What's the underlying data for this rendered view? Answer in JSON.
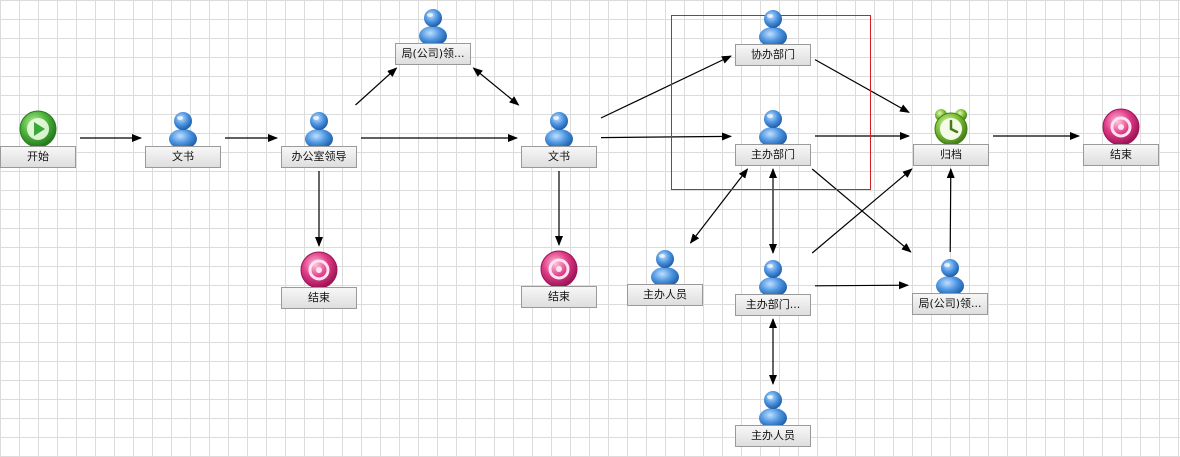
{
  "diagram": {
    "colors": {
      "edge": "#000000",
      "selection": "#d42020",
      "user_blue": "#3a7fd0",
      "start_green": "#3aa83a",
      "archive_green": "#6dbb2e",
      "end_pink": "#d6267a"
    },
    "nodes": [
      {
        "id": "start",
        "label": "开始",
        "icon": "play-icon"
      },
      {
        "id": "wenshu1",
        "label": "文书",
        "icon": "user-icon"
      },
      {
        "id": "office_leader",
        "label": "办公室领导",
        "icon": "user-icon"
      },
      {
        "id": "bureau_leader_top",
        "label": "局(公司)领...",
        "icon": "user-icon"
      },
      {
        "id": "end1",
        "label": "结束",
        "icon": "end-icon"
      },
      {
        "id": "wenshu2",
        "label": "文书",
        "icon": "user-icon"
      },
      {
        "id": "end2",
        "label": "结束",
        "icon": "end-icon"
      },
      {
        "id": "co_dept",
        "label": "协办部门",
        "icon": "user-icon"
      },
      {
        "id": "main_dept",
        "label": "主办部门",
        "icon": "user-icon"
      },
      {
        "id": "staff_left",
        "label": "主办人员",
        "icon": "user-icon"
      },
      {
        "id": "main_dept2",
        "label": "主办部门...",
        "icon": "user-icon"
      },
      {
        "id": "staff_bottom",
        "label": "主办人员",
        "icon": "user-icon"
      },
      {
        "id": "archive",
        "label": "归档",
        "icon": "clock-icon"
      },
      {
        "id": "bureau_leader_right",
        "label": "局(公司)领...",
        "icon": "user-icon"
      },
      {
        "id": "end3",
        "label": "结束",
        "icon": "end-icon"
      }
    ],
    "edges": [
      {
        "from": "start",
        "to": "wenshu1",
        "bidirectional": false
      },
      {
        "from": "wenshu1",
        "to": "office_leader",
        "bidirectional": false
      },
      {
        "from": "office_leader",
        "to": "bureau_leader_top",
        "bidirectional": false
      },
      {
        "from": "office_leader",
        "to": "wenshu2",
        "bidirectional": false
      },
      {
        "from": "office_leader",
        "to": "end1",
        "bidirectional": false
      },
      {
        "from": "bureau_leader_top",
        "to": "wenshu2",
        "bidirectional": true
      },
      {
        "from": "wenshu2",
        "to": "end2",
        "bidirectional": false
      },
      {
        "from": "wenshu2",
        "to": "co_dept",
        "bidirectional": false
      },
      {
        "from": "wenshu2",
        "to": "main_dept",
        "bidirectional": false
      },
      {
        "from": "co_dept",
        "to": "archive",
        "bidirectional": false
      },
      {
        "from": "main_dept",
        "to": "archive",
        "bidirectional": false
      },
      {
        "from": "main_dept",
        "to": "bureau_leader_right",
        "bidirectional": false
      },
      {
        "from": "main_dept",
        "to": "staff_left",
        "bidirectional": true
      },
      {
        "from": "main_dept",
        "to": "main_dept2",
        "bidirectional": true
      },
      {
        "from": "main_dept2",
        "to": "archive",
        "bidirectional": false
      },
      {
        "from": "main_dept2",
        "to": "bureau_leader_right",
        "bidirectional": false
      },
      {
        "from": "main_dept2",
        "to": "staff_bottom",
        "bidirectional": true
      },
      {
        "from": "bureau_leader_right",
        "to": "archive",
        "bidirectional": false
      },
      {
        "from": "archive",
        "to": "end3",
        "bidirectional": false
      }
    ]
  }
}
